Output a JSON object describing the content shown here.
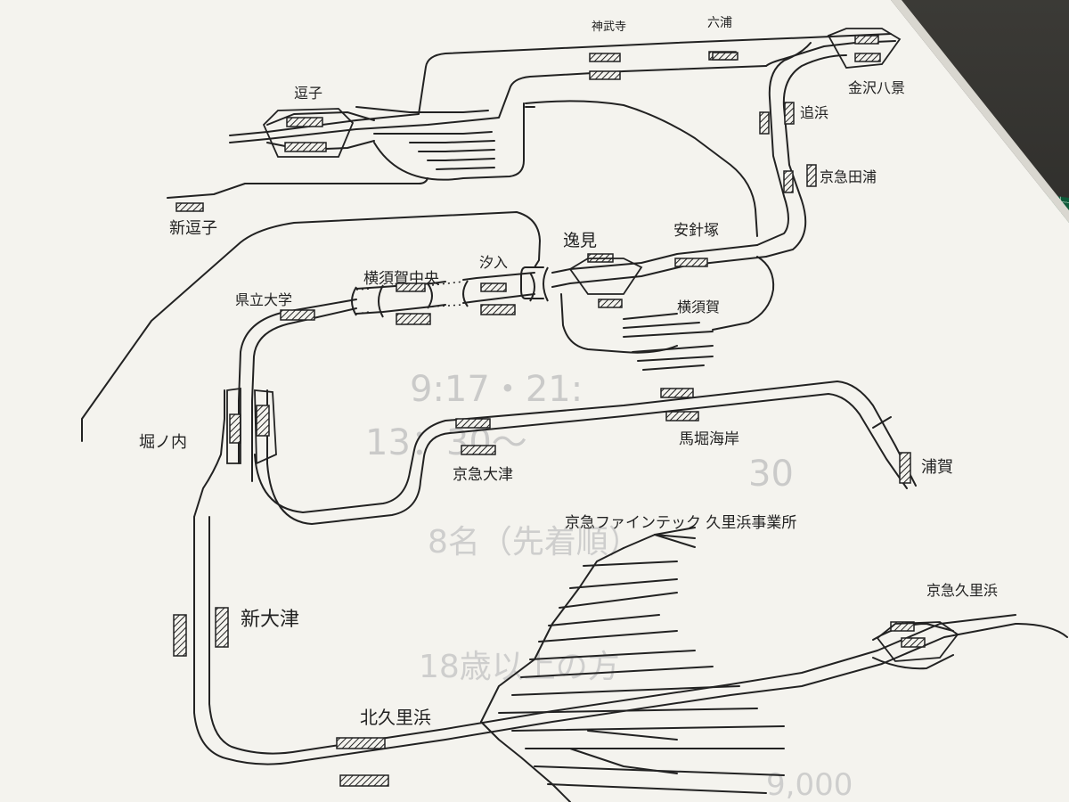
{
  "diagram": {
    "stations": {
      "zushi": "逗子",
      "jinmuji": "神武寺",
      "mutsuura": "六浦",
      "kanazawa_hakkei": "金沢八景",
      "oppama": "追浜",
      "keikyu_taura": "京急田浦",
      "shin_zushi": "新逗子",
      "anjinzuka": "安針塚",
      "hemi": "逸見",
      "shioiri": "汐入",
      "yokosuka_chuo": "横須賀中央",
      "kenritsu_daigaku": "県立大学",
      "yokosuka_depot": "横須賀",
      "horinouchi": "堀ノ内",
      "keikyu_otsu": "京急大津",
      "maborikaigan": "馬堀海岸",
      "uraga": "浦賀",
      "shin_otsu": "新大津",
      "kitakurihama": "北久里浜",
      "keikyu_kurihama": "京急久里浜",
      "fine_tech": "京急ファインテック 久里浜事業所"
    },
    "background_print": [
      "9:17・21:",
      "13：30～",
      "30",
      "8名（先着順）",
      "18歳以上の方",
      "9,000"
    ],
    "colors": {
      "paper": "#f4f3ee",
      "ink": "#222222",
      "mat": "#0f5a3a"
    }
  }
}
